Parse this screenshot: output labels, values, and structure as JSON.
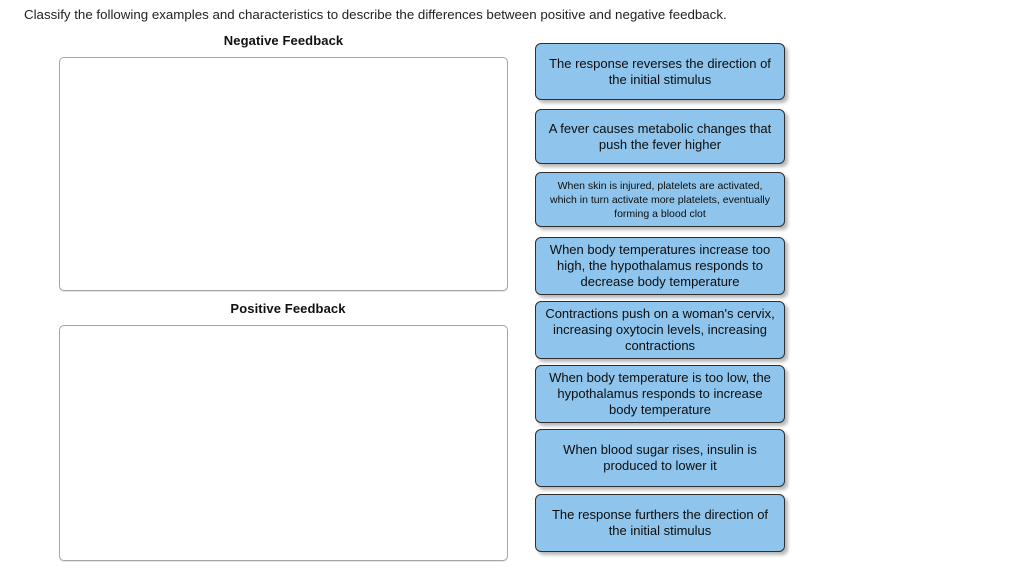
{
  "prompt": "Classify the following examples and characteristics to describe the differences between positive and negative feedback.",
  "colors": {
    "page_background": "#ffffff",
    "tile_fill": "#8fc5ec",
    "tile_border": "#2f2f2f",
    "dropzone_border": "#a6a6a6",
    "text": "#0d0d0d"
  },
  "categories": [
    {
      "title": "Negative Feedback",
      "dropped_items": []
    },
    {
      "title": "Positive Feedback",
      "dropped_items": []
    }
  ],
  "tiles": [
    {
      "text": "The response reverses the direction of the initial stimulus",
      "size": "normal"
    },
    {
      "text": "A fever causes metabolic changes that push the fever higher",
      "size": "normal"
    },
    {
      "text": "When skin is injured, platelets are activated, which in turn activate more platelets, eventually forming a blood clot",
      "size": "small"
    },
    {
      "text": "When body temperatures increase too high, the hypothalamus responds to decrease body temperature",
      "size": "normal"
    },
    {
      "text": "Contractions push on a woman's cervix, increasing oxytocin levels, increasing contractions",
      "size": "normal"
    },
    {
      "text": "When body temperature is too low, the hypothalamus responds to increase body temperature",
      "size": "normal"
    },
    {
      "text": "When blood sugar rises, insulin is produced to lower it",
      "size": "normal"
    },
    {
      "text": "The response furthers the direction of the initial stimulus",
      "size": "normal"
    }
  ]
}
